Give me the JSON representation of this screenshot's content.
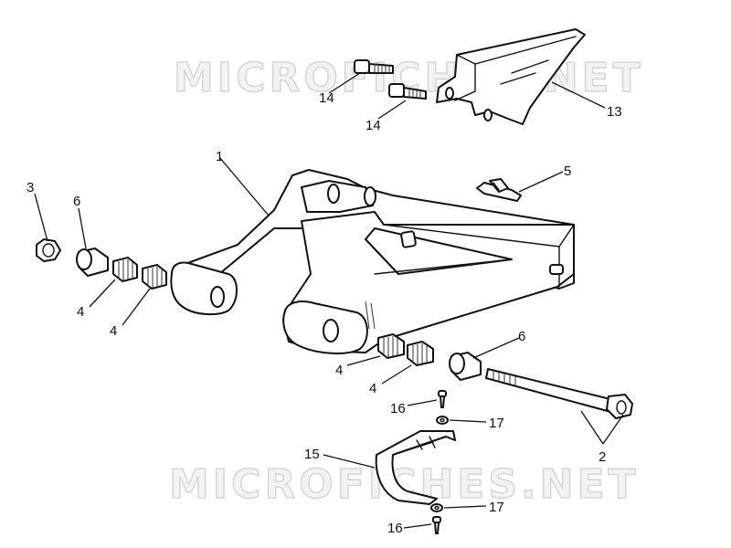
{
  "watermark": {
    "text": "MICROFICHES.NET"
  },
  "callouts": {
    "c1": "1",
    "c2": "2",
    "c3": "3",
    "c4a": "4",
    "c4b": "4",
    "c4c": "4",
    "c4d": "4",
    "c5": "5",
    "c6a": "6",
    "c6b": "6",
    "c13": "13",
    "c14a": "14",
    "c14b": "14",
    "c15": "15",
    "c16a": "16",
    "c16b": "16",
    "c17a": "17",
    "c17b": "17"
  },
  "colors": {
    "line": "#111111",
    "background": "#ffffff",
    "watermark": "#d6d6d6"
  }
}
